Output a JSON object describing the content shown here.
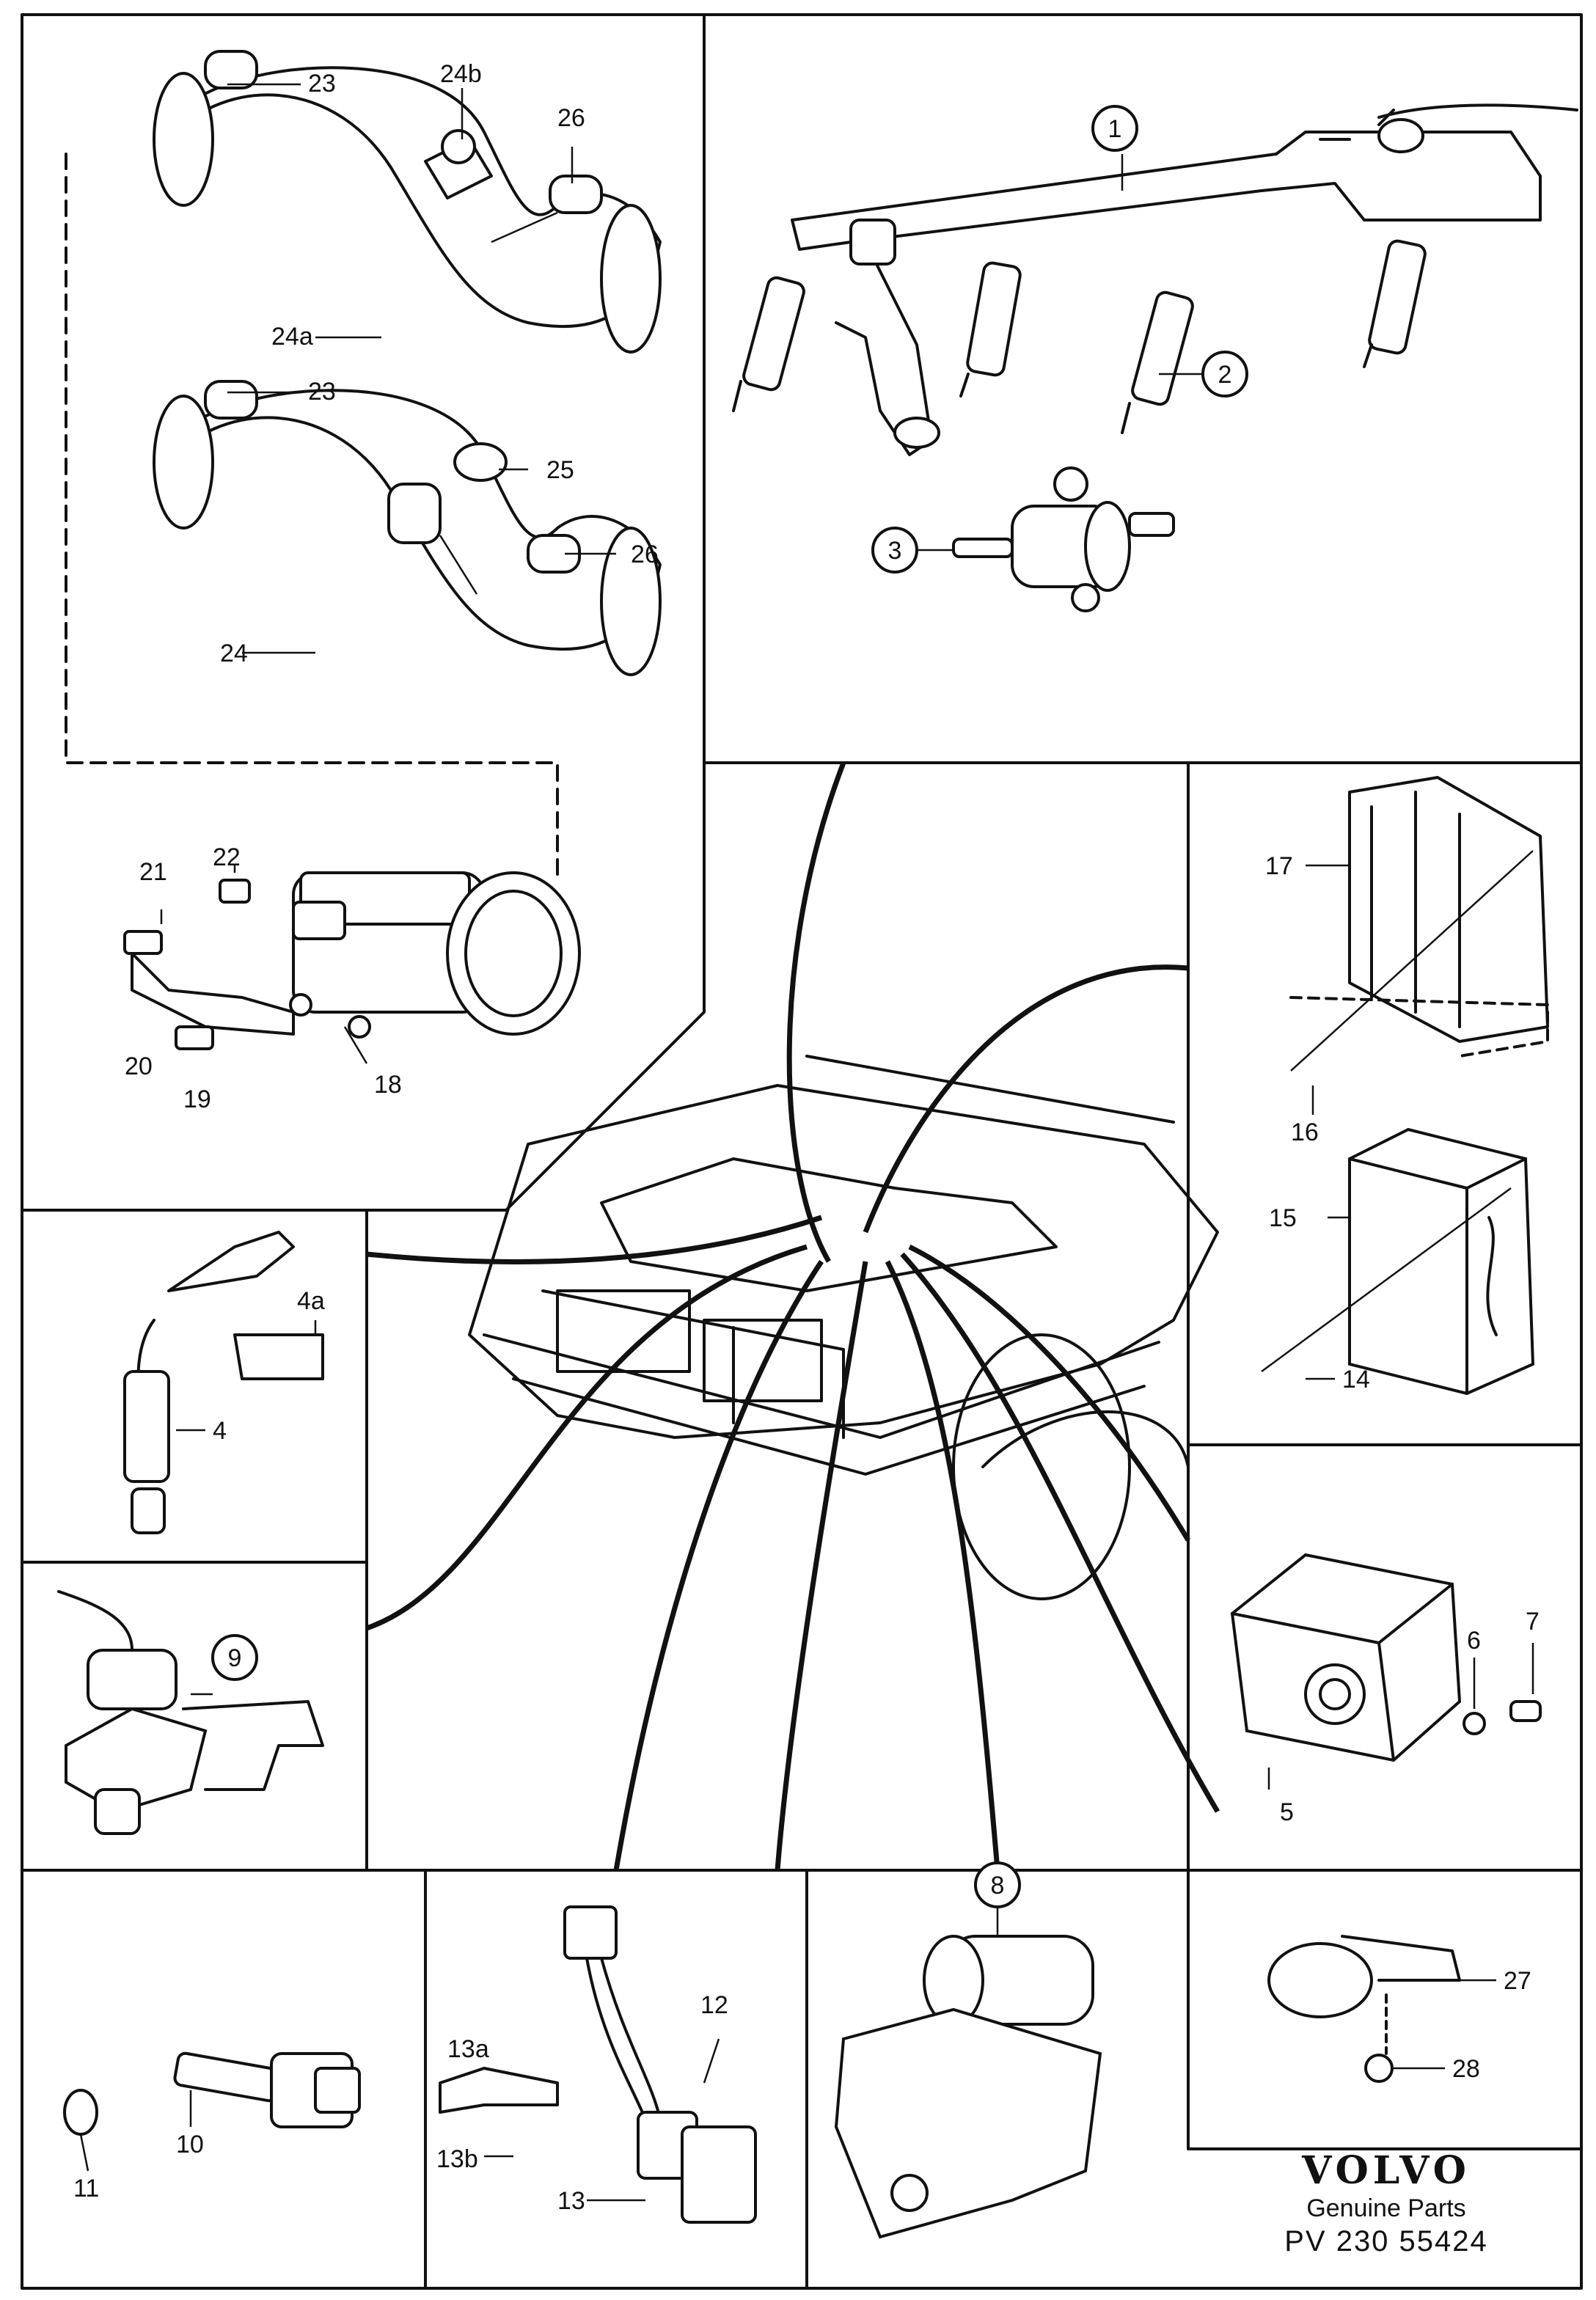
{
  "brand": {
    "logo_text": "VOLVO",
    "subtitle": "Genuine Parts",
    "code": "PV 230  55424"
  },
  "callouts": [
    "1",
    "2",
    "3",
    "4",
    "4a",
    "5",
    "6",
    "7",
    "8",
    "9",
    "10",
    "11",
    "12",
    "13",
    "13a",
    "13b",
    "14",
    "15",
    "16",
    "17",
    "18",
    "19",
    "20",
    "21",
    "22",
    "23",
    "24",
    "24a",
    "24b",
    "25",
    "26",
    "27",
    "28"
  ],
  "labels": {
    "n1": "1",
    "n2": "2",
    "n3": "3",
    "n4": "4",
    "n4a": "4a",
    "n5": "5",
    "n6": "6",
    "n7": "7",
    "n8": "8",
    "n9": "9",
    "n10": "10",
    "n11": "11",
    "n12": "12",
    "n13": "13",
    "n13a": "13a",
    "n13b": "13b",
    "n14": "14",
    "n15": "15",
    "n16": "16",
    "n17": "17",
    "n18": "18",
    "n19": "19",
    "n20": "20",
    "n21": "21",
    "n22": "22",
    "n23a": "23",
    "n23b": "23",
    "n24": "24",
    "n24a": "24a",
    "n24b": "24b",
    "n25": "25",
    "n26a": "26",
    "n26b": "26",
    "n27": "27",
    "n28": "28"
  }
}
